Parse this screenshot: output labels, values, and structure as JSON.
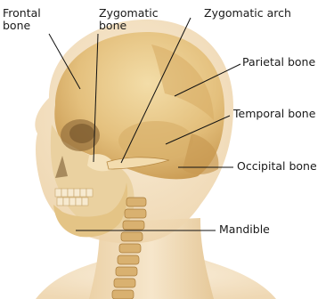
{
  "labels": {
    "frontal_bone": {
      "line1": "Frontal",
      "line2": "bone"
    },
    "zygomatic_bone": {
      "line1": "Zygomatic",
      "line2": "bone"
    },
    "zygomatic_arch": "Zygomatic arch",
    "parietal_bone": "Parietal bone",
    "temporal_bone": "Temporal bone",
    "occipital_bone": "Occipital bone",
    "mandible": "Mandible"
  },
  "colors": {
    "background": "#ffffff",
    "skin": "#f2dcb8",
    "bone": "#e9c98a",
    "bone_shadow": "#b88a45",
    "leader_line": "#111111",
    "label_text": "#1a1a1a"
  }
}
